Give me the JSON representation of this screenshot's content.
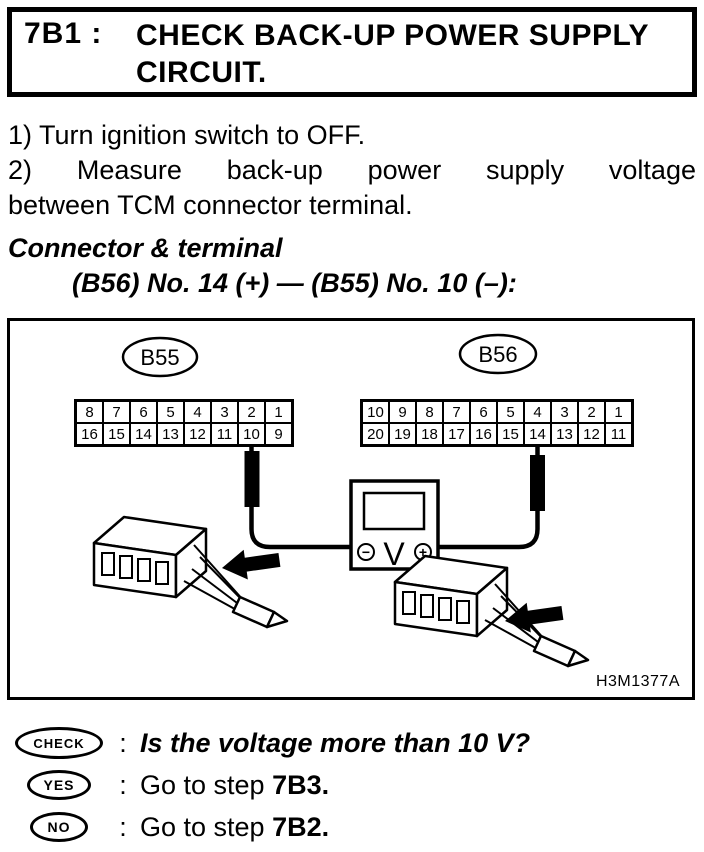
{
  "header": {
    "step_id": "7B1 :",
    "title_line1": "CHECK BACK-UP POWER SUPPLY",
    "title_line2": "CIRCUIT."
  },
  "instructions": {
    "step1": "1) Turn ignition switch to OFF.",
    "step2_line1": "2) Measure back-up power supply voltage",
    "step2_line2": "between TCM connector terminal."
  },
  "connector": {
    "heading": "Connector & terminal",
    "detail": "(B56) No. 14 (+) — (B55) No. 10 (–):"
  },
  "diagram": {
    "figure_id": "H3M1377A",
    "connectors": [
      {
        "label": "B55",
        "rows": [
          [
            "8",
            "7",
            "6",
            "5",
            "4",
            "3",
            "2",
            "1"
          ],
          [
            "16",
            "15",
            "14",
            "13",
            "12",
            "11",
            "10",
            "9"
          ]
        ]
      },
      {
        "label": "B56",
        "rows": [
          [
            "10",
            "9",
            "8",
            "7",
            "6",
            "5",
            "4",
            "3",
            "2",
            "1"
          ],
          [
            "20",
            "19",
            "18",
            "17",
            "16",
            "15",
            "14",
            "13",
            "12",
            "11"
          ]
        ]
      }
    ],
    "meter": {
      "v": "V",
      "minus": "−",
      "plus": "+"
    }
  },
  "decision": {
    "colon": ":",
    "rows": [
      {
        "label": "CHECK",
        "text": "Is the voltage more than 10 V?"
      },
      {
        "label": "YES",
        "prefix": "Go to step ",
        "strong": "7B3."
      },
      {
        "label": "NO",
        "prefix": "Go to step ",
        "strong": "7B2."
      }
    ]
  }
}
